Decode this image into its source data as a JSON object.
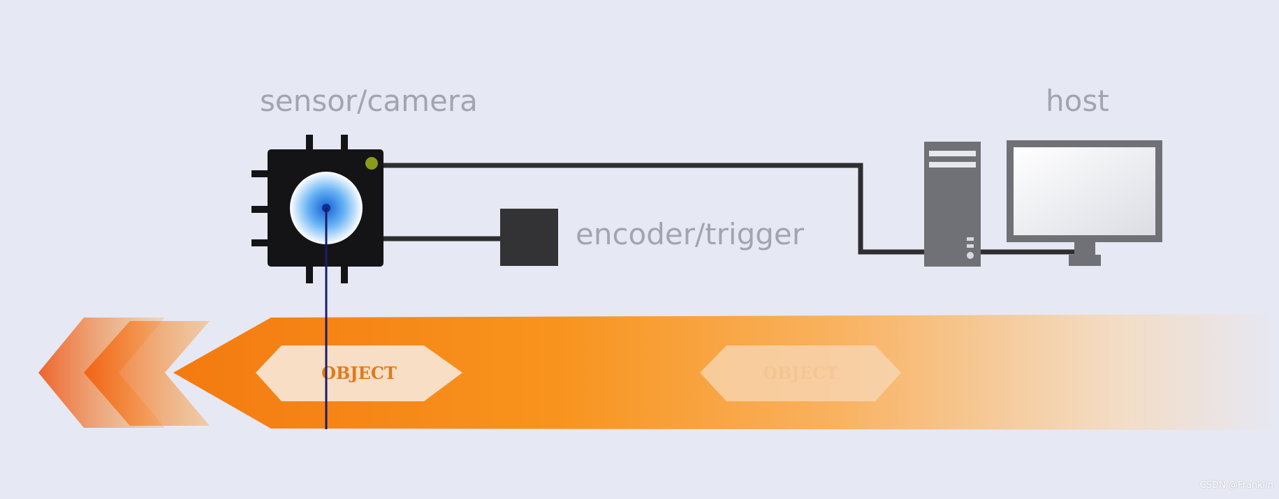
{
  "labels": {
    "sensor": "sensor/camera",
    "host": "host",
    "encoder": "encoder/trigger",
    "object_primary": "OBJECT",
    "object_faded": "OBJECT"
  },
  "watermark": "CSDN @Franklin",
  "colors": {
    "background": "#e6e8f4",
    "label_text": "#a3a4ae",
    "orange": "#f7941d",
    "orange_deep": "#f26a0b",
    "chip": "#141416",
    "cable": "#2e2e30",
    "computer_gray": "#707176",
    "lens_blue": "#3b8de8",
    "led_green": "#8a9a1c",
    "scan_line": "#1c1c6a"
  },
  "icons": {
    "sensor": "camera-chip-icon",
    "encoder": "encoder-box-icon",
    "host_tower": "computer-tower-icon",
    "host_monitor": "monitor-icon",
    "direction": "chevron-left-icon"
  }
}
